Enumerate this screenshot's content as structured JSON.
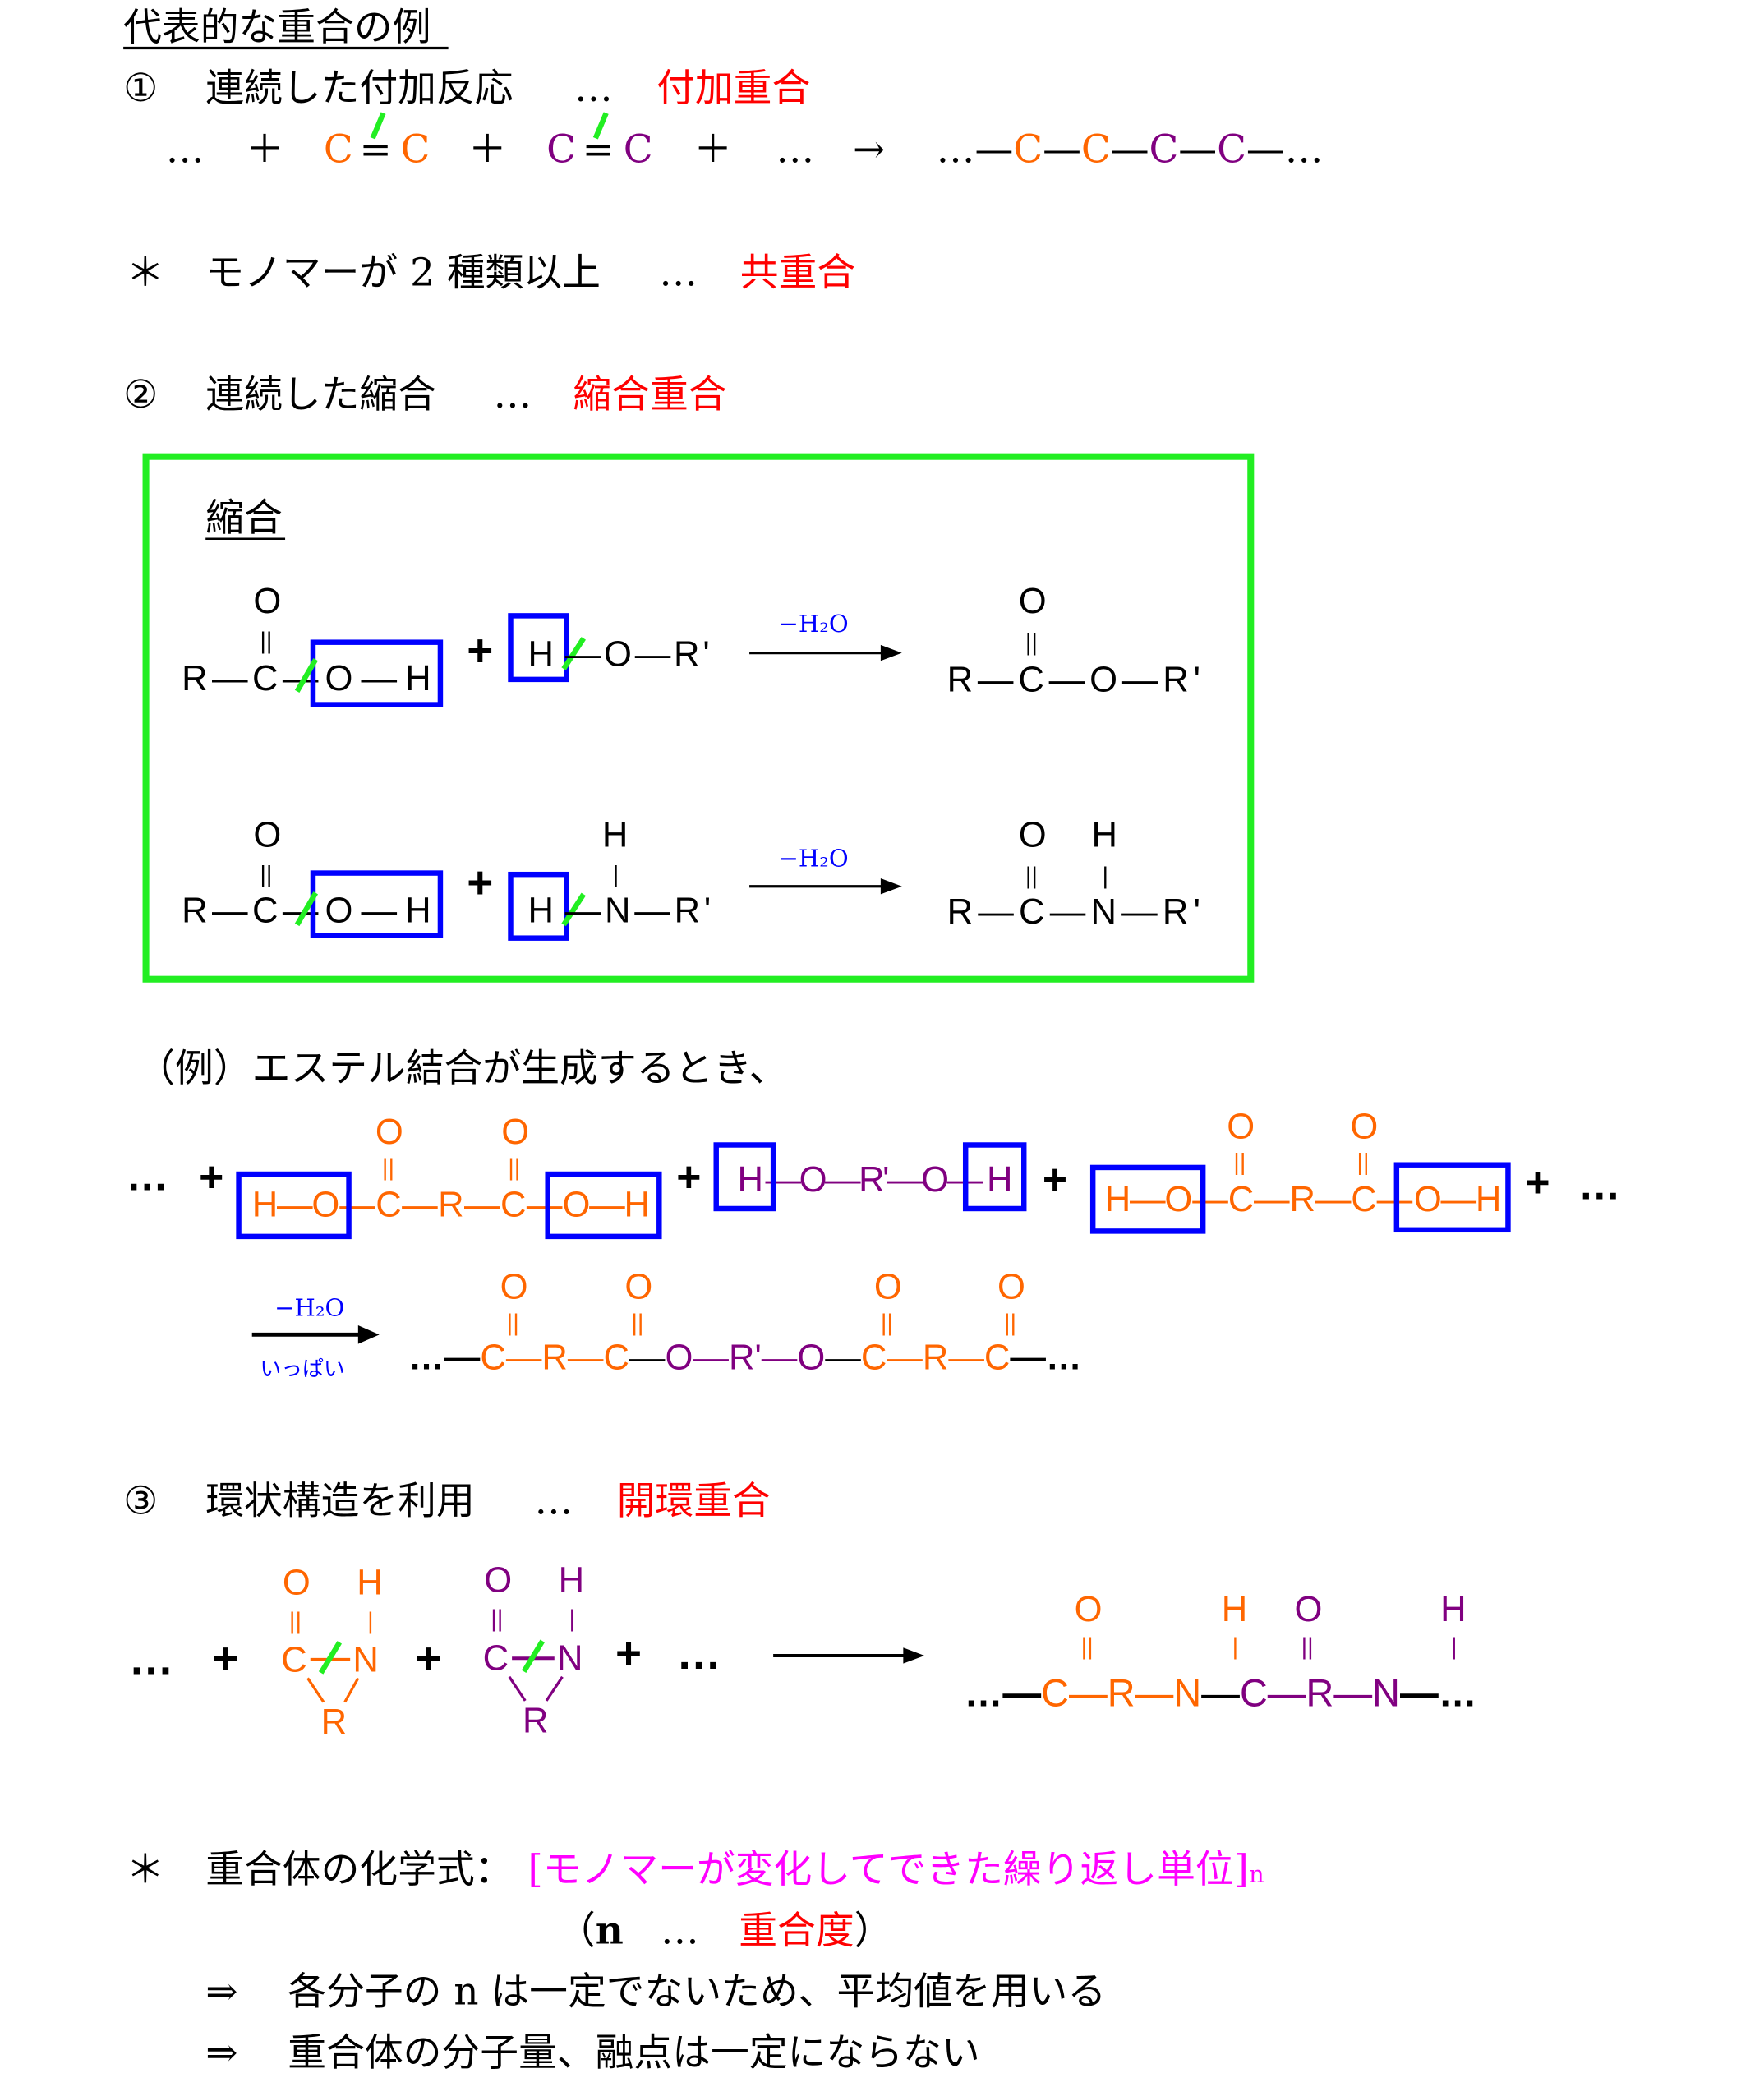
{
  "title": "代表的な重合の例",
  "section1": {
    "num": "①",
    "label": "連続した付加反応",
    "dots": "…",
    "term": "付加重合",
    "eq": {
      "dots1": "…",
      "plus": "＋",
      "c": "C",
      "eq": "=",
      "arrow": "→",
      "dots2": "…",
      "product_prefix": "…—",
      "dash": "—",
      "product_suffix": "—…"
    }
  },
  "copoly": {
    "mark": "＊",
    "label": "モノマーが 2 種類以上",
    "dots": "…",
    "term": "共重合"
  },
  "section2": {
    "num": "②",
    "label": "連続した縮合",
    "dots": "…",
    "term": "縮合重合"
  },
  "condensation_box": {
    "title": "縮合",
    "r1": {
      "o": "O",
      "dbl": "||",
      "left": "R—C—",
      "oh": "O—H",
      "plus": "+",
      "h": "H",
      "right": "—O—R'",
      "cond": "−H₂O",
      "p_o": "O",
      "product": "R—C—O—R'"
    },
    "r2": {
      "o": "O",
      "dbl": "||",
      "left": "R—C—",
      "oh": "O—H",
      "plus": "+",
      "h": "H",
      "h_top": "H",
      "bar": "|",
      "right": "—N—R'",
      "cond": "−H₂O",
      "p_o": "O",
      "p_h": "H",
      "product": "R—C—N—R'"
    }
  },
  "example": {
    "label": "（例）エステル結合が生成するとき、",
    "dots": "…",
    "plus": "+",
    "acid_ho": "H—O",
    "acid_mid": "—C—R—C—",
    "acid_oh": "O—H",
    "o": "O",
    "dbl": "||",
    "diol_h": "H",
    "diol_mid": "—O—R'—O—",
    "cond": "−H₂O",
    "cond_below": "いっぱい",
    "product": [
      "…—",
      "C—R—C",
      "—",
      "O—R'—O",
      "—",
      "C—R—C",
      "—…"
    ]
  },
  "section3": {
    "num": "③",
    "label": "環状構造を利用",
    "dots": "…",
    "term": "開環重合",
    "ring": {
      "o": "O",
      "h": "H",
      "c": "C",
      "n": "N",
      "r": "R",
      "dbl": "||",
      "bar": "|"
    },
    "product": [
      "…—",
      "C—R—N",
      "—",
      "C—R—N",
      "—…"
    ]
  },
  "formula_note": {
    "mark": "＊",
    "label": "重合体の化学式：",
    "unit": "[モノマーが変化してできた繰り返し単位]",
    "sub": "n",
    "paren_open": "（",
    "n": "n",
    "dots": "…",
    "degree": "重合度",
    "paren_close": "）"
  },
  "notes": [
    {
      "arrow": "⇒",
      "text": "各分子の n は一定でないため、平均値を用いる"
    },
    {
      "arrow": "⇒",
      "text": "重合体の分子量、融点は一定にならない"
    }
  ],
  "colors": {
    "orange": "#ff6600",
    "purple": "#800080",
    "red": "#ff0000",
    "magenta": "#ff00ff",
    "blue": "#0000ff",
    "green": "#22ee22"
  }
}
